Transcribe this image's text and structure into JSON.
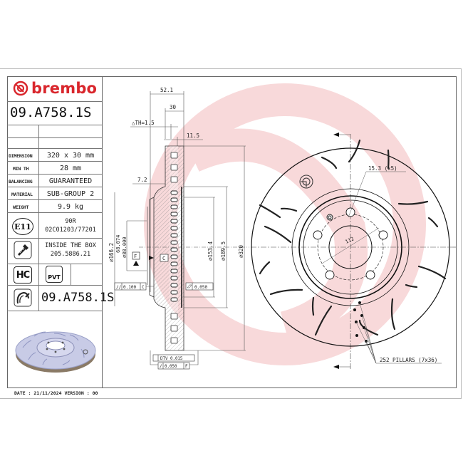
{
  "brand": {
    "name": "brembo",
    "color": "#d9262c"
  },
  "part_number": "09.A758.1S",
  "specs": [
    {
      "label": "DIMENSION",
      "value": "320 x 30 mm"
    },
    {
      "label": "MIN TH",
      "value": "28 mm"
    },
    {
      "label": "BALANCING",
      "value": "GUARANTEED"
    },
    {
      "label": "MATERIAL",
      "value": "SUB-GROUP 2"
    },
    {
      "label": "WEIGHT",
      "value": "9.9 kg"
    }
  ],
  "approval": {
    "icon": "E11",
    "line1": "90R",
    "line2": "02C01203/77201"
  },
  "screw": {
    "line1": "INSIDE THE BOX",
    "line2": "205.5886.21"
  },
  "badges": {
    "hc": "HC",
    "pvt": "PVT"
  },
  "kit_part_number": "09.A758.1S",
  "footer": {
    "date_line": "DATE : 21/11/2024 VERSION : 00"
  },
  "section_view": {
    "dims": {
      "overall_height": "52.1",
      "thickness": "30",
      "delta_th": "△TH=1.5",
      "friction_ring": "11.5",
      "hat_offset": "7.2",
      "d166": "⌀166.2",
      "d68_1": "68.074",
      "d68_2": "⌀88.000",
      "d153": "⌀153.4",
      "d189": "⌀189.5",
      "d320": "⌀320"
    },
    "datums": {
      "f": "F",
      "c": "C"
    },
    "tolerances": {
      "parallelism": "0.100",
      "parallelism_ref": "C",
      "flatness": "0.050",
      "dtv": "DTV 0.015",
      "runout": "0.050",
      "runout_ref": "F"
    }
  },
  "front_view": {
    "bolt_hole_note": "15.3 (x5)",
    "pcd": "112",
    "pillars_note": "252 PILLARS (7x36)"
  }
}
